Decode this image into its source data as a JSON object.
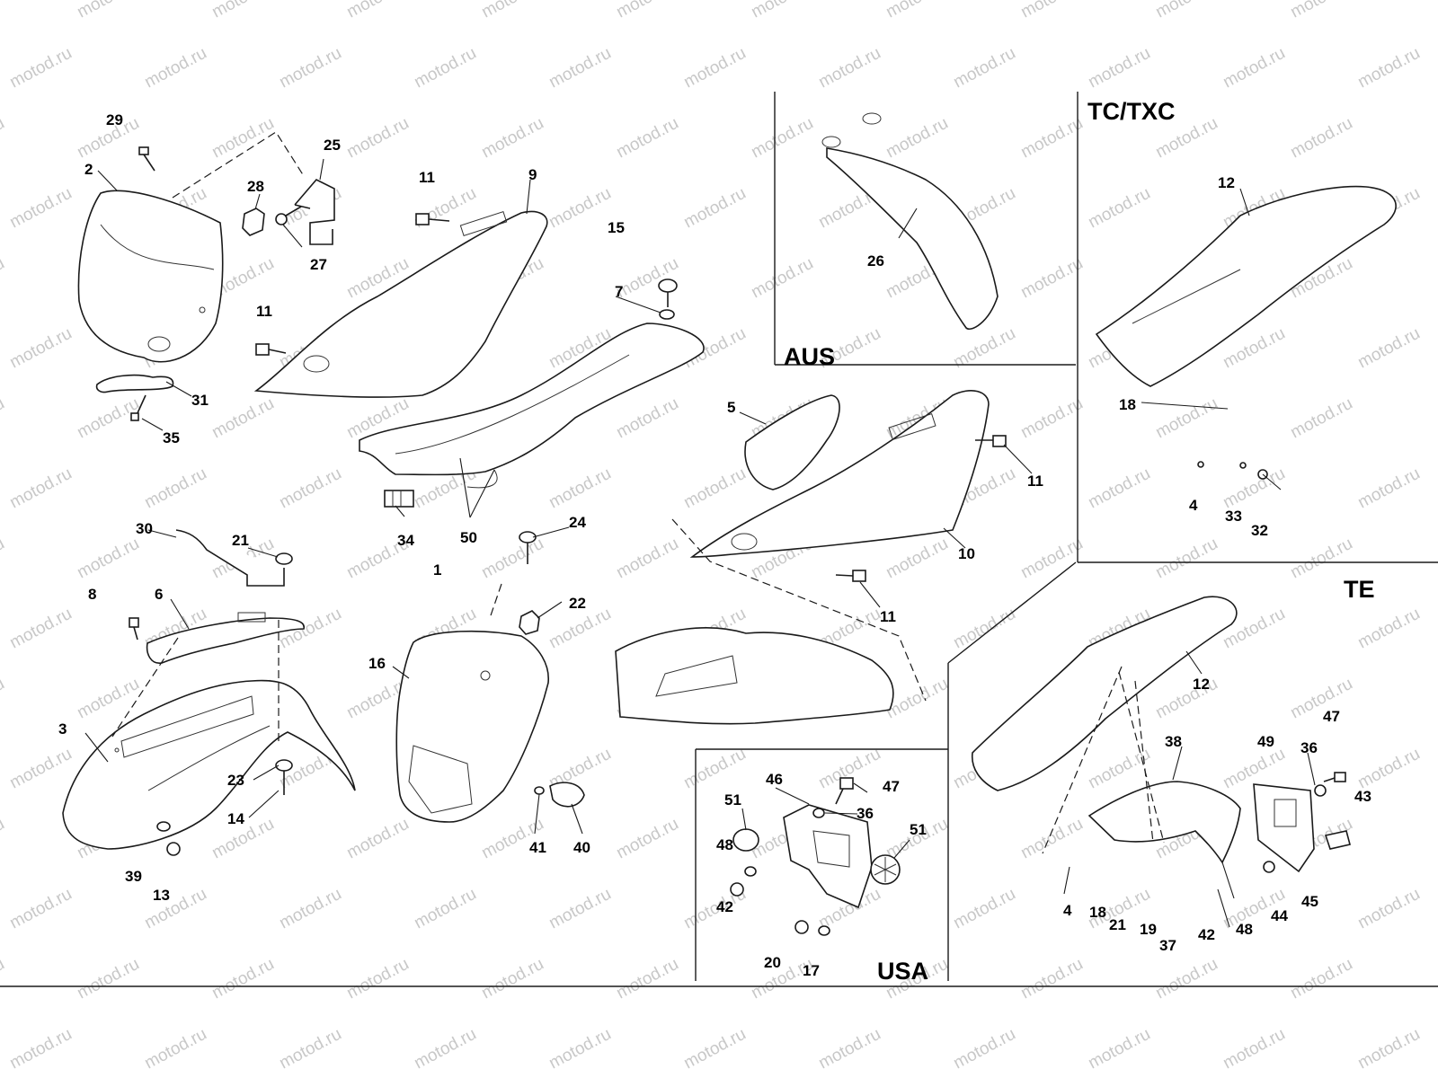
{
  "watermark": "motod.ru",
  "sections": {
    "aus": "AUS",
    "tc_txc": "TC/TXC",
    "te": "TE",
    "usa": "USA"
  },
  "callouts": [
    {
      "id": "c29",
      "text": "29"
    },
    {
      "id": "c2",
      "text": "2"
    },
    {
      "id": "c25",
      "text": "25"
    },
    {
      "id": "c28",
      "text": "28"
    },
    {
      "id": "c27",
      "text": "27"
    },
    {
      "id": "c31",
      "text": "31"
    },
    {
      "id": "c35",
      "text": "35"
    },
    {
      "id": "c11a",
      "text": "11"
    },
    {
      "id": "c9",
      "text": "9"
    },
    {
      "id": "c11b",
      "text": "11"
    },
    {
      "id": "c15",
      "text": "15"
    },
    {
      "id": "c7",
      "text": "7"
    },
    {
      "id": "c34",
      "text": "34"
    },
    {
      "id": "c50",
      "text": "50"
    },
    {
      "id": "c1",
      "text": "1"
    },
    {
      "id": "c24",
      "text": "24"
    },
    {
      "id": "c30",
      "text": "30"
    },
    {
      "id": "c21a",
      "text": "21"
    },
    {
      "id": "c8",
      "text": "8"
    },
    {
      "id": "c6",
      "text": "6"
    },
    {
      "id": "c3",
      "text": "3"
    },
    {
      "id": "c23",
      "text": "23"
    },
    {
      "id": "c14",
      "text": "14"
    },
    {
      "id": "c39",
      "text": "39"
    },
    {
      "id": "c13",
      "text": "13"
    },
    {
      "id": "c22",
      "text": "22"
    },
    {
      "id": "c16",
      "text": "16"
    },
    {
      "id": "c41",
      "text": "41"
    },
    {
      "id": "c40",
      "text": "40"
    },
    {
      "id": "c5",
      "text": "5"
    },
    {
      "id": "c11c",
      "text": "11"
    },
    {
      "id": "c10",
      "text": "10"
    },
    {
      "id": "c11d",
      "text": "11"
    },
    {
      "id": "c26",
      "text": "26"
    },
    {
      "id": "c12a",
      "text": "12"
    },
    {
      "id": "c18a",
      "text": "18"
    },
    {
      "id": "c4a",
      "text": "4"
    },
    {
      "id": "c33",
      "text": "33"
    },
    {
      "id": "c32",
      "text": "32"
    },
    {
      "id": "c12b",
      "text": "12"
    },
    {
      "id": "c38",
      "text": "38"
    },
    {
      "id": "c49",
      "text": "49"
    },
    {
      "id": "c36a",
      "text": "36"
    },
    {
      "id": "c47a",
      "text": "47"
    },
    {
      "id": "c43",
      "text": "43"
    },
    {
      "id": "c4b",
      "text": "4"
    },
    {
      "id": "c18b",
      "text": "18"
    },
    {
      "id": "c21b",
      "text": "21"
    },
    {
      "id": "c19",
      "text": "19"
    },
    {
      "id": "c37",
      "text": "37"
    },
    {
      "id": "c42a",
      "text": "42"
    },
    {
      "id": "c48a",
      "text": "48"
    },
    {
      "id": "c44",
      "text": "44"
    },
    {
      "id": "c45",
      "text": "45"
    },
    {
      "id": "c46",
      "text": "46"
    },
    {
      "id": "c47b",
      "text": "47"
    },
    {
      "id": "c36b",
      "text": "36"
    },
    {
      "id": "c51a",
      "text": "51"
    },
    {
      "id": "c51b",
      "text": "51"
    },
    {
      "id": "c48b",
      "text": "48"
    },
    {
      "id": "c42b",
      "text": "42"
    },
    {
      "id": "c20",
      "text": "20"
    },
    {
      "id": "c17",
      "text": "17"
    }
  ]
}
